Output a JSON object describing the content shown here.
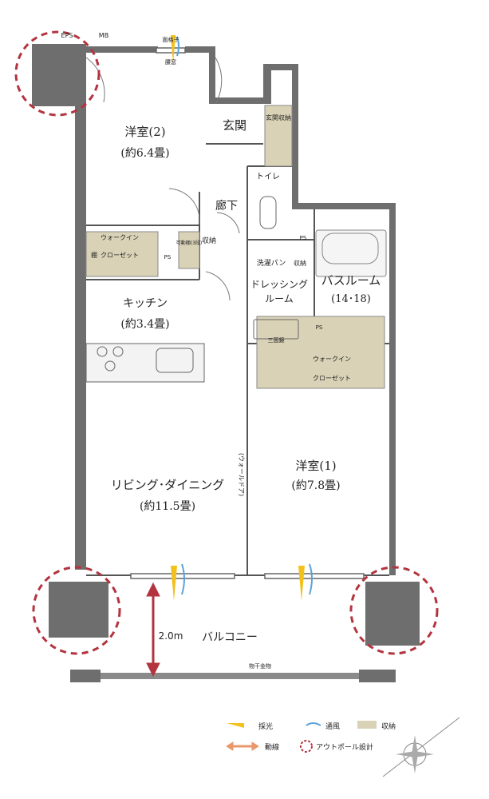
{
  "rooms": {
    "western2_name": "洋室(2)",
    "western2_size": "(約6.4畳)",
    "entrance": "玄関",
    "entrance_storage": "玄関収納",
    "toilet": "トイレ",
    "corridor": "廊下",
    "storage_small": "収納",
    "walkin1": "ウォークイン",
    "walkin1b": "クローゼット",
    "shelf": "棚",
    "shelf_movable_3": "可動棚(3段)",
    "kitchen_name": "キッチン",
    "kitchen_size": "(約3.4畳)",
    "washpan": "洗濯パン",
    "storage_tag": "収納",
    "dressing1": "ドレッシング",
    "dressing2": "ルーム",
    "bath_name": "バスルーム",
    "bath_size": "(14･18)",
    "three_shelf": "三面鏡",
    "walkin2": "ウォークイン",
    "walkin2b": "クローゼット",
    "living_name": "リビング･ダイニング",
    "living_size": "(約11.5畳)",
    "wall_door": "(ウォールドア)",
    "western1_name": "洋室(1)",
    "western1_size": "(約7.8畳)",
    "balcony": "バルコニー",
    "balcony_depth": "2.0m",
    "laundry_rod": "物干金物",
    "eps": "EPS",
    "mb": "MB",
    "ps": "PS",
    "lattice": "面格子",
    "window": "腰窓"
  },
  "legend": {
    "light": "採光",
    "wind": "通風",
    "storage": "収納",
    "flow": "動線",
    "outpole": "アウトポール設計"
  },
  "colors": {
    "wall": "#6e6e6e",
    "storage": "#d9d2b6",
    "light": "#f2c21b",
    "wind": "#5aa3d8",
    "outpole": "#b3343f",
    "flow": "#e8986a",
    "dimension": "#b3343f"
  },
  "icons": [
    "compass-icon",
    "gas-stove-icon",
    "sink-icon",
    "bathtub-icon",
    "toilet-icon",
    "washbasin-icon"
  ]
}
